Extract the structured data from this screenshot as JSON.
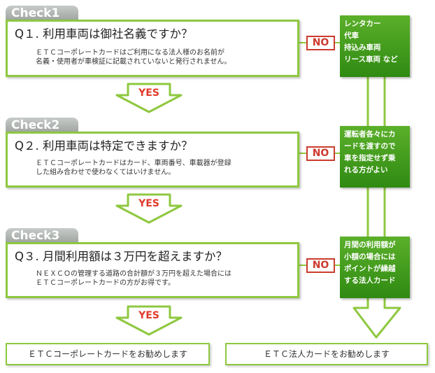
{
  "checks": [
    {
      "tab": "Check1",
      "question": "Q１. 利用車両は御社名義ですか？",
      "desc": "ＥＴＣコーポレートカードはご利用になる法人様のお名前が\n名義・使用者が車検証に記載されていないと発行されません。"
    },
    {
      "tab": "Check2",
      "question": "Q２. 利用車両は特定できますか？",
      "desc": "ＥＴＣコーポレートカードはカード、車両番号、車載器が登録\nした組み合わせで使わなくてはいけません。"
    },
    {
      "tab": "Check3",
      "question": "Q３. 月間利用額は３万円を超えますか？",
      "desc": "ＮＥＸＣＯの管理する道路の合計額が３万円を超えた場合には\nＥＴＣコーポレートカードの方がお得です。"
    }
  ],
  "no_label": "NO",
  "yes_label": "YES",
  "no_boxes": [
    [
      "レンタカー",
      "代車",
      "持込み車両",
      "リース車両 など"
    ],
    [
      "運転者各々にカ",
      "ードを渡すので",
      "車を指定せず乗",
      "れる方がよい"
    ],
    [
      "月間の利用額が",
      "小額の場合には",
      "ポイントが繰越",
      "する法人カード"
    ]
  ],
  "results": {
    "corporate": "ＥＴＣコーポレートカードをお勧めします",
    "houjin": "ＥＴＣ法人カードをお勧めします"
  },
  "colors": {
    "accent_green": "#8ec83f",
    "box_green": "#3a9a1a",
    "no_red": "#cc3b2e",
    "tab_gray": "#a9aeab"
  }
}
